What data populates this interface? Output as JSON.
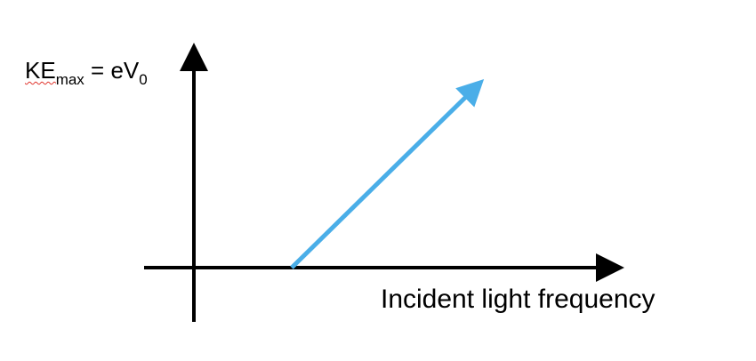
{
  "y_axis": {
    "label_main": "KE",
    "label_sub": "max",
    "label_rest": " = eV",
    "label_rest_sub": "0"
  },
  "x_axis": {
    "label": "Incident light frequency"
  },
  "colors": {
    "axis": "#000000",
    "line": "#4aaee8",
    "spellcheck_underline": "#e0342c"
  }
}
